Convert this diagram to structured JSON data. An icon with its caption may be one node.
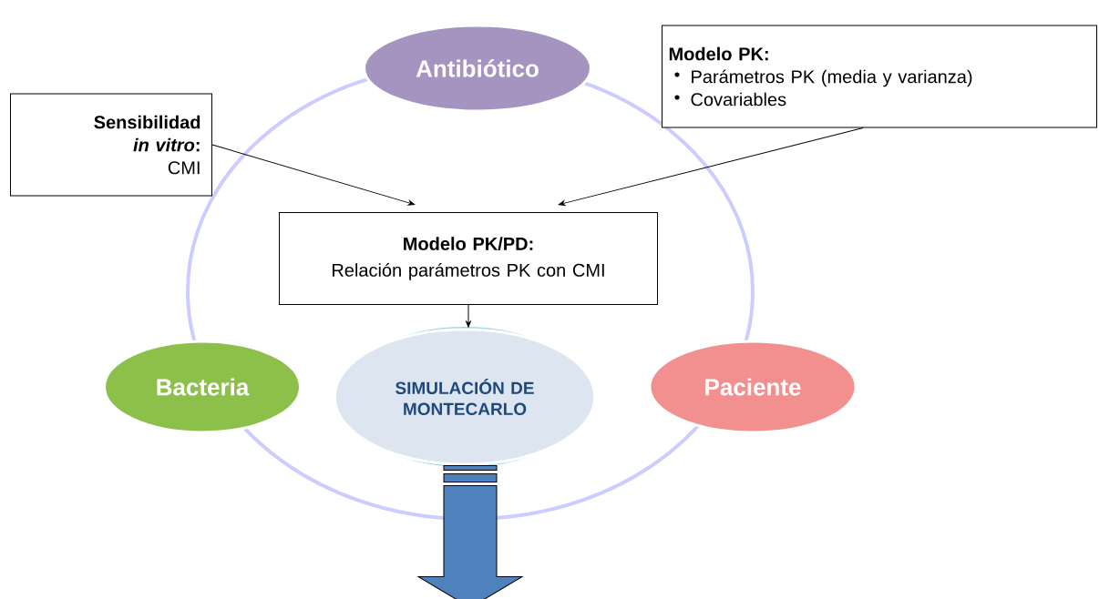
{
  "diagram": {
    "nodes": [
      {
        "text": [
          "Antibiótico"
        ]
      },
      {
        "text": [
          "Modelo PK:",
          "Parámetros PK (media y varianza)",
          "Covariables"
        ]
      },
      {
        "text": [
          "Sensibilidad *in vitro*:",
          "CMI"
        ]
      },
      {
        "text": [
          "Modelo PK/PD:",
          "Relación parámetros PK con CMI"
        ]
      },
      {
        "text": [
          "Bacteria"
        ]
      },
      {
        "text": [
          "SIMULACIÓN DE MONTECARLO"
        ]
      },
      {
        "text": [
          "Paciente"
        ]
      }
    ],
    "edges": [
      {
        "from": 2,
        "to": 3,
        "arrow": "to"
      },
      {
        "from": 1,
        "to": 3,
        "arrow": "to"
      },
      {
        "from": 3,
        "to": 5,
        "arrow": "to"
      },
      {
        "from": 5,
        "to": null,
        "arrow": "to",
        "style": "thick",
        "color": "#4f81bd"
      }
    ]
  }
}
